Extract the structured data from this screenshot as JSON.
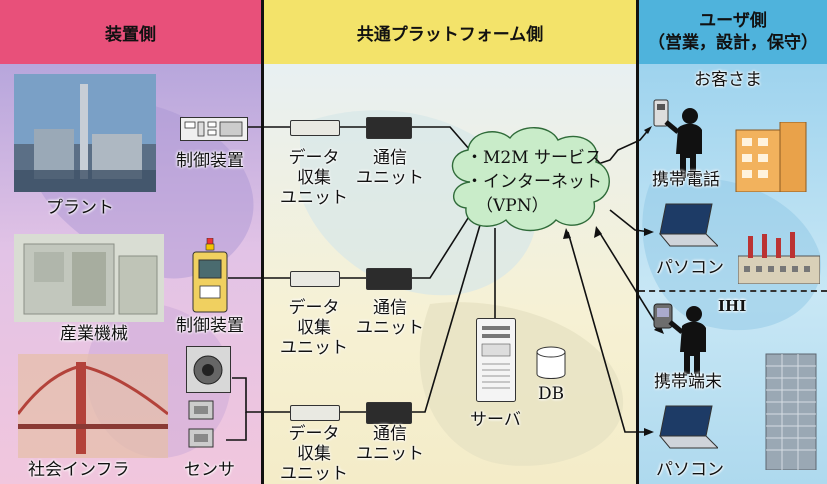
{
  "headers": {
    "device_side": "装置側",
    "platform_side": "共通プラットフォーム側",
    "user_side_line1": "ユーザ側",
    "user_side_line2": "（営業，設計，保守）"
  },
  "device_side": {
    "plant_label": "プラント",
    "controller_label_1": "制御装置",
    "industrial_machine_label": "産業機械",
    "controller_label_2": "制御装置",
    "social_infra_label": "社会インフラ",
    "sensor_label": "センサ"
  },
  "platform_side": {
    "data_collection_label": [
      "データ",
      "収集",
      "ユニット"
    ],
    "comm_unit_label": [
      "通信",
      "ユニット"
    ],
    "cloud_lines": [
      "・M2M サービス",
      "・インターネット",
      "（VPN）"
    ],
    "server_label": "サーバ",
    "db_label": "DB"
  },
  "user_side": {
    "customer_label": "お客さま",
    "mobile_phone_label": "携帯電話",
    "pc_label_1": "パソコン",
    "company_label": "IHI",
    "mobile_terminal_label": "携帯端末",
    "pc_label_2": "パソコン"
  },
  "colors": {
    "device_header": "#e8507a",
    "platform_header": "#f3e36a",
    "user_header": "#4fb3dc",
    "device_bg": "#e7c3e3",
    "platform_bg": "#f3efd2",
    "user_bg": "#bfe3f2",
    "cloud": "#c9ecc9"
  }
}
